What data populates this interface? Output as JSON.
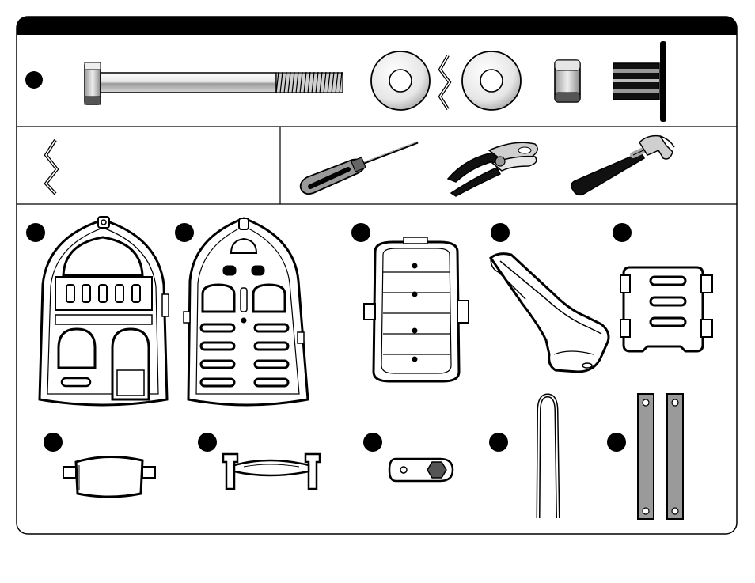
{
  "document": {
    "kind": "parts-and-tools-list",
    "header_bar_text": "",
    "colors": {
      "ink": "#000000",
      "paper": "#ffffff",
      "light_gray": "#d9d9d9",
      "mid_gray": "#9a9a9a",
      "dark_gray": "#555555"
    }
  },
  "hardware_row": {
    "items": [
      {
        "name": "bolt",
        "icon": "bolt-icon"
      },
      {
        "name": "washer",
        "icon": "washer-icon"
      },
      {
        "name": "washer",
        "icon": "washer-icon"
      },
      {
        "name": "nut",
        "icon": "nut-icon"
      },
      {
        "name": "anchor",
        "icon": "anchor-icon"
      }
    ]
  },
  "tools_row": {
    "items": [
      {
        "name": "screwdriver",
        "icon": "screwdriver-icon"
      },
      {
        "name": "pliers",
        "icon": "pliers-icon"
      },
      {
        "name": "hammer",
        "icon": "hammer-icon"
      }
    ]
  },
  "parts_grid": {
    "items": [
      {
        "name": "front-wall-panel",
        "icon": "front-wall-icon"
      },
      {
        "name": "back-wall-panel",
        "icon": "back-wall-icon"
      },
      {
        "name": "platform-deck",
        "icon": "deck-icon"
      },
      {
        "name": "slide",
        "icon": "slide-icon"
      },
      {
        "name": "ladder",
        "icon": "ladder-icon"
      },
      {
        "name": "step-connector",
        "icon": "connector-icon"
      },
      {
        "name": "handle",
        "icon": "handle-icon"
      },
      {
        "name": "wrench",
        "icon": "wrench-icon"
      },
      {
        "name": "ground-stake",
        "icon": "stake-icon"
      },
      {
        "name": "metal-straps",
        "icon": "strap-icon"
      }
    ]
  }
}
